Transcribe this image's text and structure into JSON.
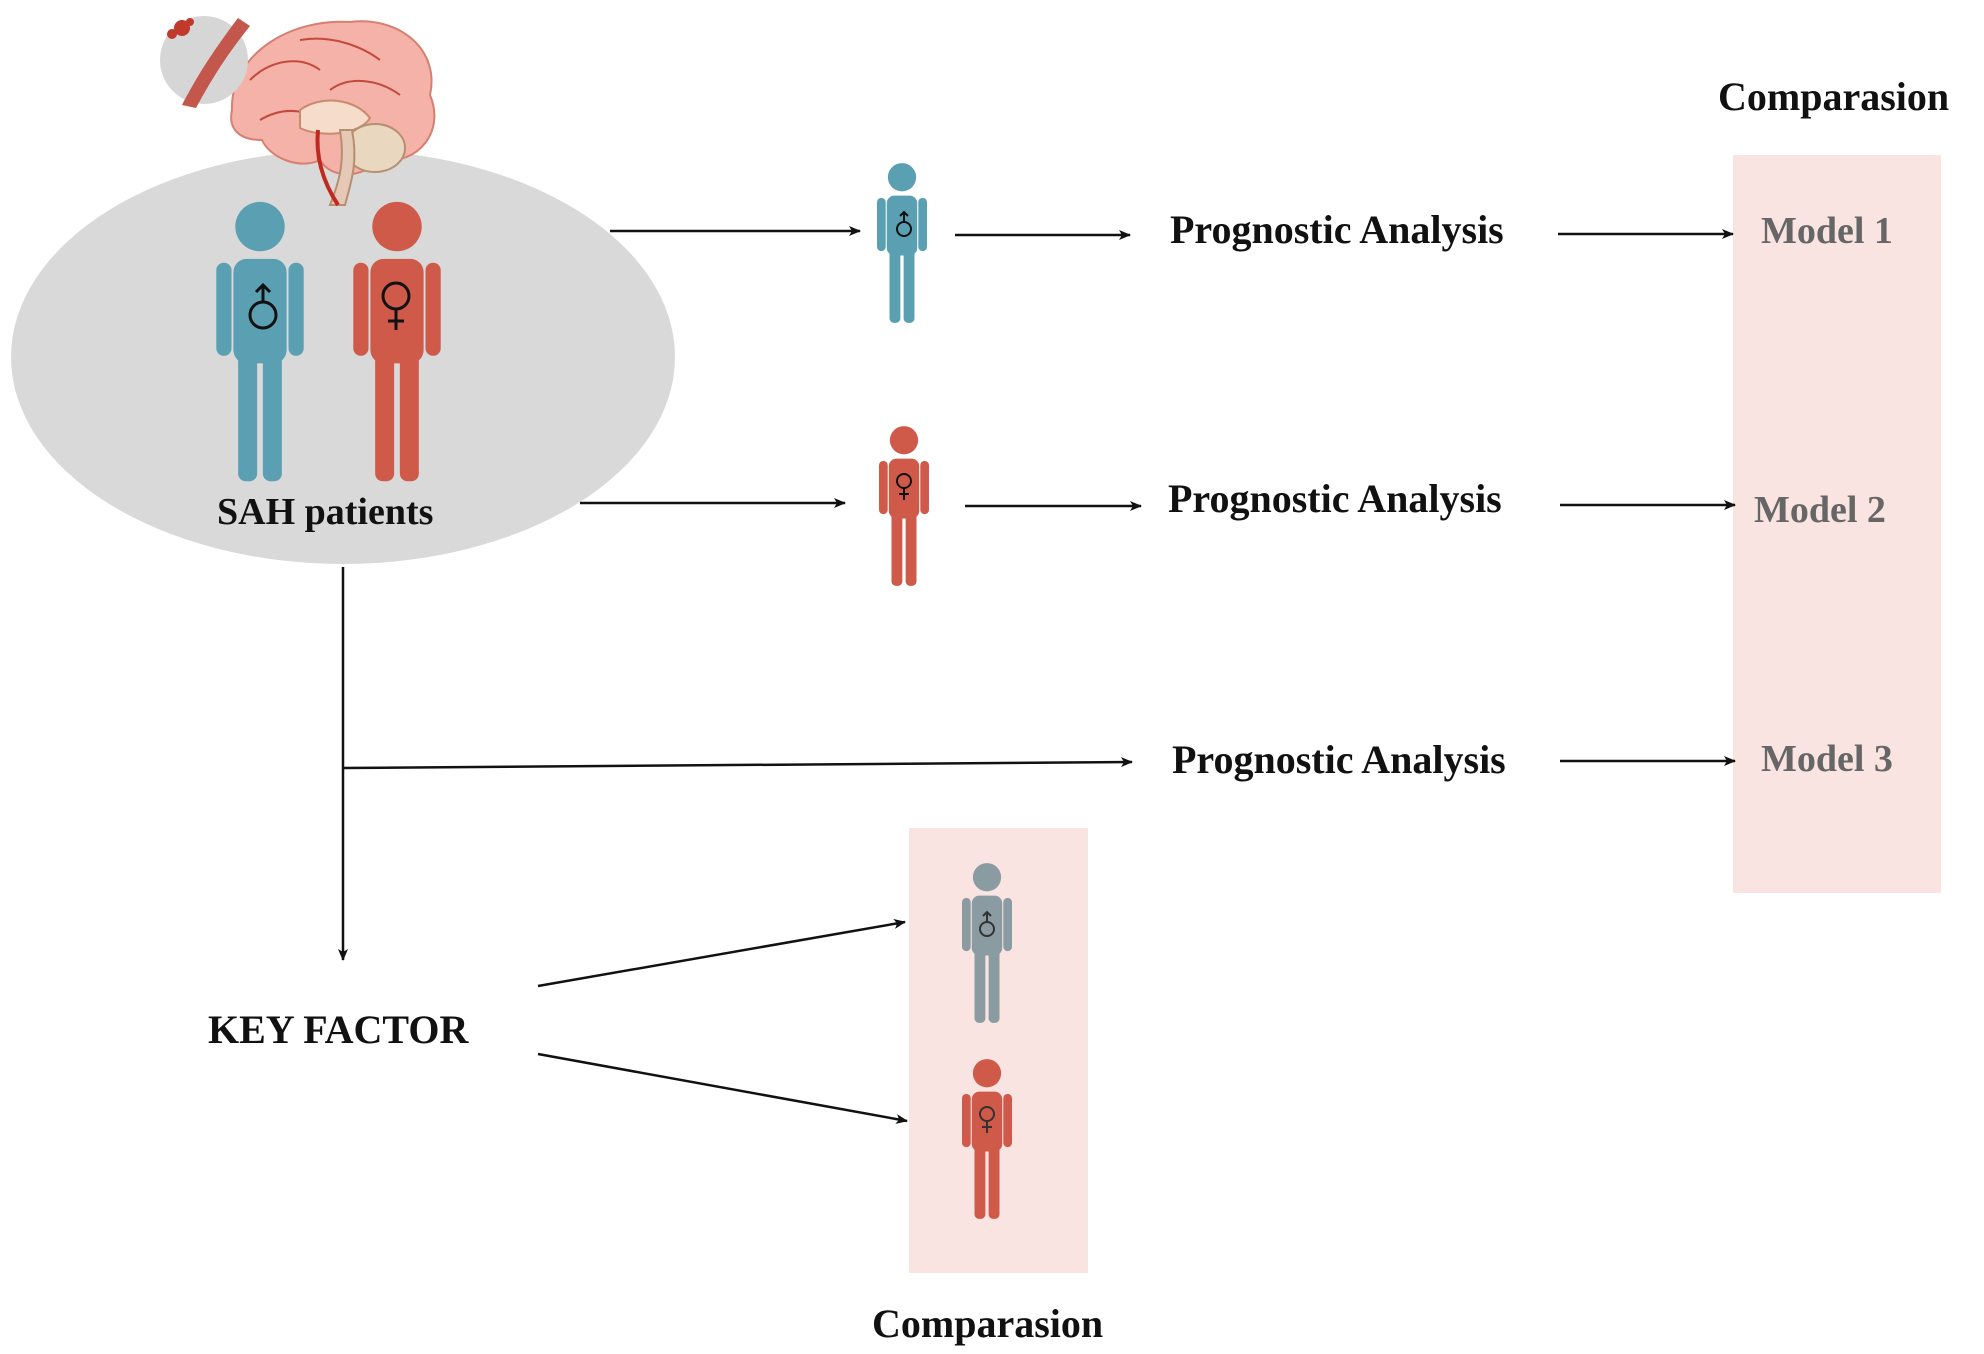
{
  "colors": {
    "male": "#5b9fb3",
    "female": "#cf5a4a",
    "male_muted": "#8a9ba1",
    "ellipse": "#d9d9d9",
    "panel": "#f9e4e1",
    "arrow": "#111111",
    "model_text": "#666666"
  },
  "icons": [
    "brain-illustration",
    "vessel-aneurysm-illustration",
    "male-person-icon",
    "female-person-icon",
    "male-symbol-icon",
    "female-symbol-icon"
  ],
  "group": {
    "label": "SAH patients"
  },
  "rows": [
    {
      "analysis": "Prognostic Analysis",
      "model": "Model 1",
      "figure": "male"
    },
    {
      "analysis": "Prognostic Analysis",
      "model": "Model 2",
      "figure": "female"
    },
    {
      "analysis": "Prognostic Analysis",
      "model": "Model 3",
      "figure": "none"
    }
  ],
  "right_panel": {
    "title": "Comparasion"
  },
  "key_factor": {
    "label": "KEY FACTOR"
  },
  "bottom_panel": {
    "title": "Comparasion"
  }
}
